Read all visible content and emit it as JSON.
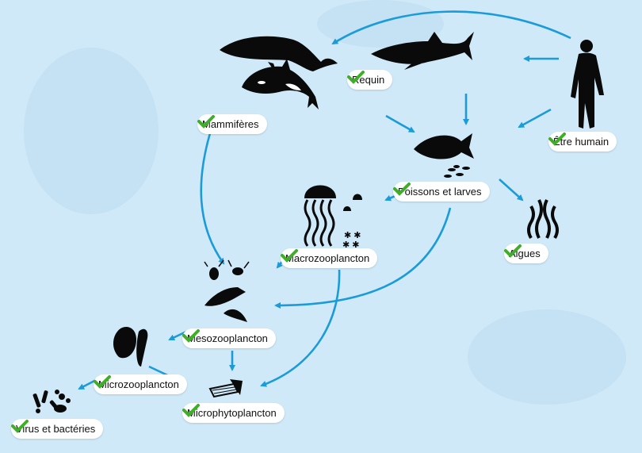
{
  "colors": {
    "background": "#cfe9f8",
    "arrow": "#1b9bd8",
    "check": "#3fae2a",
    "silhouette": "#0a0a0a",
    "label_bg": "#ffffff"
  },
  "nodes": [
    {
      "id": "requin",
      "label": "Requin",
      "icon": "shark-icon"
    },
    {
      "id": "mammiferes",
      "label": "Mammifères",
      "icon": "whale-icon"
    },
    {
      "id": "etre_humain",
      "label": "Être humain",
      "icon": "human-icon"
    },
    {
      "id": "poissons",
      "label": "Poissons et larves",
      "icon": "fish-icon"
    },
    {
      "id": "algues",
      "label": "Algues",
      "icon": "seaweed-icon"
    },
    {
      "id": "macrozoo",
      "label": "Macrozooplancton",
      "icon": "jellyfish-icon"
    },
    {
      "id": "mesozoo",
      "label": "Mesozooplancton",
      "icon": "copepod-icon"
    },
    {
      "id": "microzoo",
      "label": "Microzooplancton",
      "icon": "protist-icon"
    },
    {
      "id": "microphyto",
      "label": "Microphytoplancton",
      "icon": "diatom-icon"
    },
    {
      "id": "virus",
      "label": "Virus et bactéries",
      "icon": "bacteria-icon"
    }
  ]
}
